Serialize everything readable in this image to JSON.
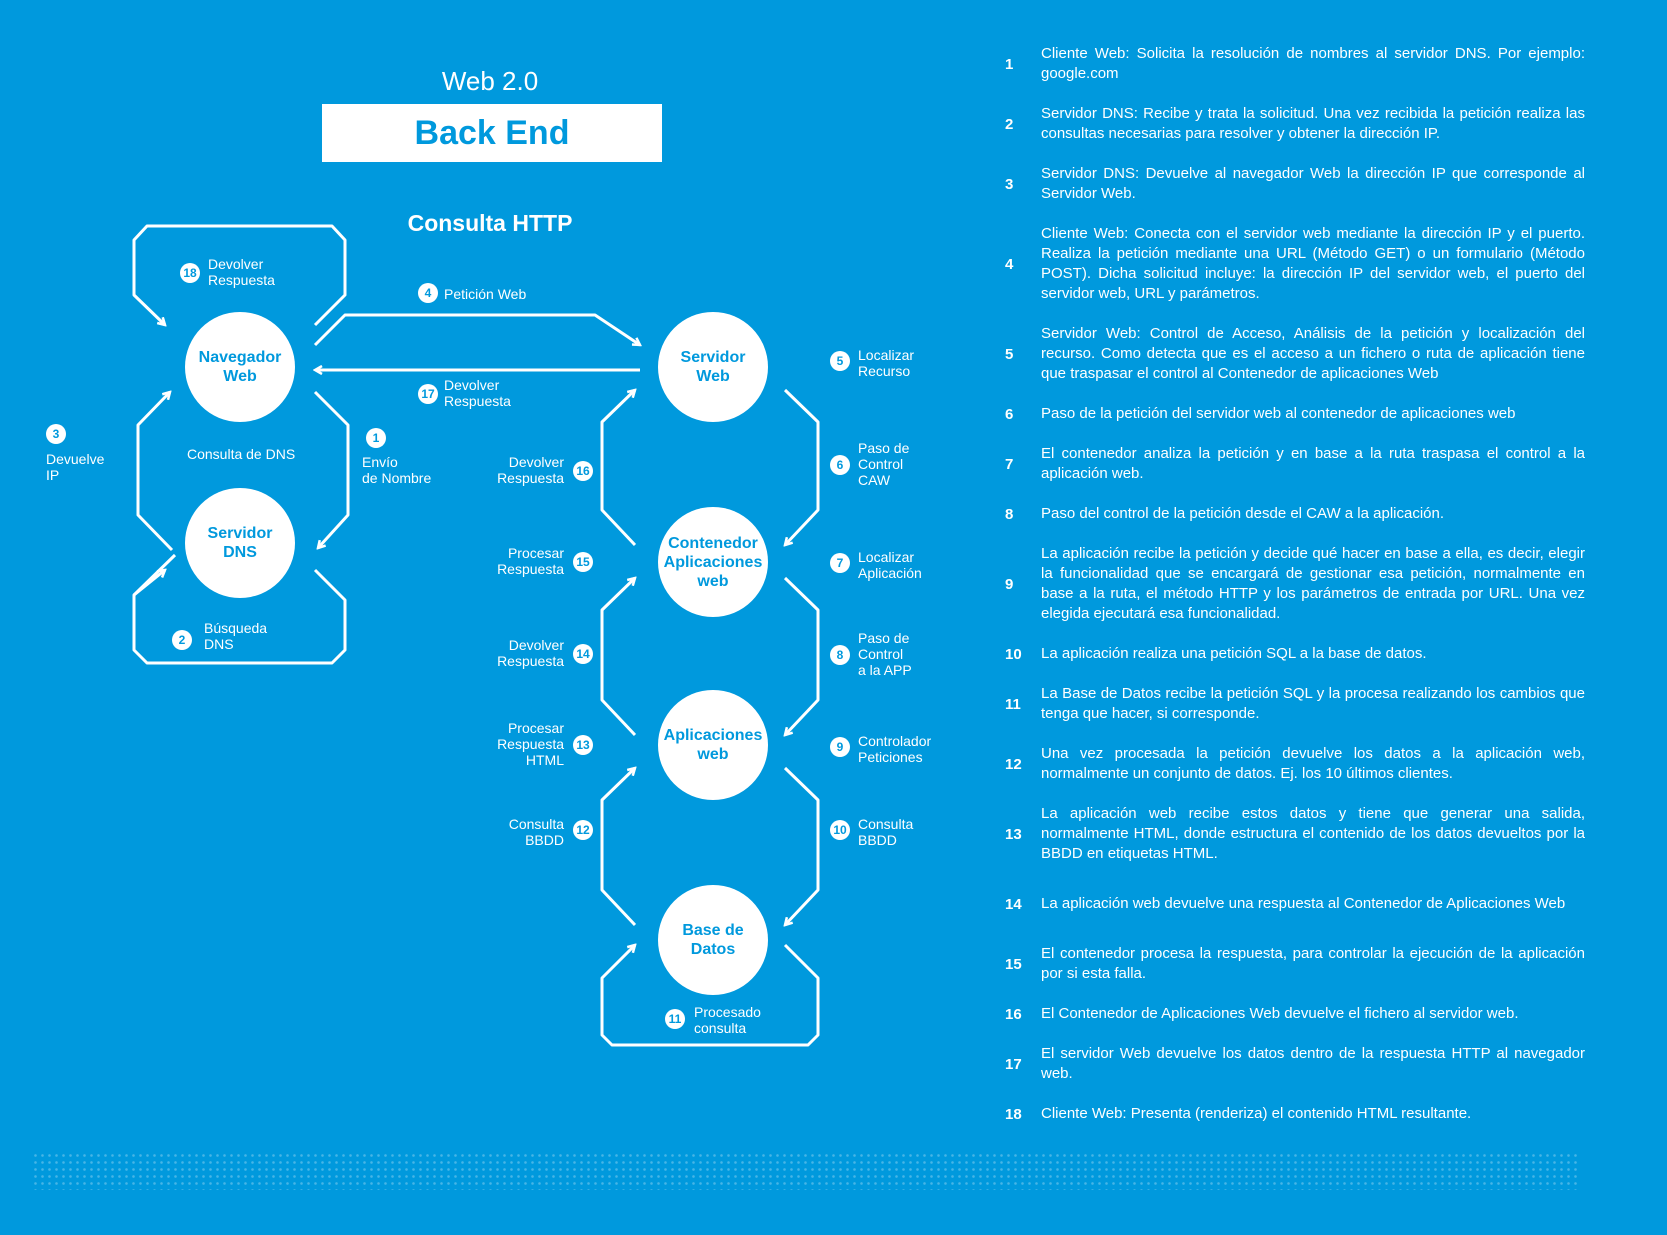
{
  "header": {
    "subtitle": "Web 2.0",
    "title": "Back End",
    "diagram_title": "Consulta HTTP"
  },
  "nodes": {
    "navegador": "Navegador\nWeb",
    "dns": "Servidor\nDNS",
    "servidor_web": "Servidor\nWeb",
    "contenedor": "Contenedor\nAplicaciones\nweb",
    "aplicaciones": "Aplicaciones\nweb",
    "base_datos": "Base de\nDatos"
  },
  "labels": {
    "consulta_dns": "Consulta de DNS",
    "l1": "Envío\nde Nombre",
    "l2": "Búsqueda\nDNS",
    "l3": "Devuelve\nIP",
    "l4": "Petición Web",
    "l5": "Localizar\nRecurso",
    "l6": "Paso de\nControl\nCAW",
    "l7": "Localizar\nAplicación",
    "l8": "Paso de\nControl\na la APP",
    "l9": "Controlador\nPeticiones",
    "l10": "Consulta\nBBDD",
    "l11": "Procesado\nconsulta",
    "l12": "Consulta\nBBDD",
    "l13": "Procesar\nRespuesta\nHTML",
    "l14": "Devolver\nRespuesta",
    "l15": "Procesar\nRespuesta",
    "l16": "Devolver\nRespuesta",
    "l17": "Devolver\nRespuesta",
    "l18": "Devolver\nRespuesta"
  },
  "numbers": [
    "1",
    "2",
    "3",
    "4",
    "5",
    "6",
    "7",
    "8",
    "9",
    "10",
    "11",
    "12",
    "13",
    "14",
    "15",
    "16",
    "17",
    "18"
  ],
  "steps": [
    {
      "n": "1",
      "text": "Cliente Web: Solicita la resolución de nombres al servidor DNS. Por ejemplo: google.com"
    },
    {
      "n": "2",
      "text": "Servidor DNS: Recibe y trata la solicitud. Una vez recibida la petición realiza las consultas necesarias para resolver y obtener la dirección IP."
    },
    {
      "n": "3",
      "text": "Servidor DNS: Devuelve al navegador Web la dirección IP que corresponde al Servidor Web."
    },
    {
      "n": "4",
      "text": "Cliente Web: Conecta con el servidor web mediante la dirección IP y el puerto. Realiza la petición mediante una URL (Método GET) o un formulario (Método POST). Dicha solicitud incluye: la dirección IP del servidor web, el puerto del servidor web, URL y parámetros."
    },
    {
      "n": "5",
      "text": "Servidor Web: Control de Acceso, Análisis de la petición y localización del recurso. Como detecta que es el acceso a un fichero o ruta de aplicación tiene que traspasar el control al Contenedor de aplicaciones Web"
    },
    {
      "n": "6",
      "text": "Paso de la petición del servidor web al contenedor de aplicaciones web"
    },
    {
      "n": "7",
      "text": "El contenedor analiza la petición y en base a la ruta traspasa el control a la aplicación web."
    },
    {
      "n": "8",
      "text": "Paso del control de la petición desde el CAW a la aplicación."
    },
    {
      "n": "9",
      "text": "La aplicación recibe la petición y decide qué hacer en base a ella, es decir, elegir la funcionalidad que se encargará de gestionar esa petición, normalmente en base a la ruta, el método HTTP y los parámetros de entrada por URL. Una vez elegida ejecutará esa funcionalidad."
    },
    {
      "n": "10",
      "text": "La aplicación realiza una petición SQL a la base de datos."
    },
    {
      "n": "11",
      "text": "La Base de Datos recibe la petición SQL y la procesa realizando los cambios que tenga que hacer, si corresponde."
    },
    {
      "n": "12",
      "text": "Una vez procesada la petición devuelve los datos a la aplicación web, normalmente un conjunto de datos. Ej. los 10 últimos clientes."
    },
    {
      "n": "13",
      "text": "La aplicación web recibe estos datos y tiene que generar una salida, normalmente HTML, donde estructura el contenido de los datos devueltos por la BBDD en etiquetas HTML."
    },
    {
      "n": "14",
      "text": "La aplicación web devuelve una respuesta al Contenedor de Aplicaciones Web"
    },
    {
      "n": "15",
      "text": "El contenedor procesa la respuesta, para controlar la ejecución de la aplicación por si esta falla."
    },
    {
      "n": "16",
      "text": "El Contenedor de Aplicaciones Web devuelve el fichero al servidor web."
    },
    {
      "n": "17",
      "text": "El servidor Web devuelve los datos dentro de la respuesta HTTP al navegador web."
    },
    {
      "n": "18",
      "text": "Cliente Web: Presenta (renderiza) el contenido HTML resultante."
    }
  ]
}
